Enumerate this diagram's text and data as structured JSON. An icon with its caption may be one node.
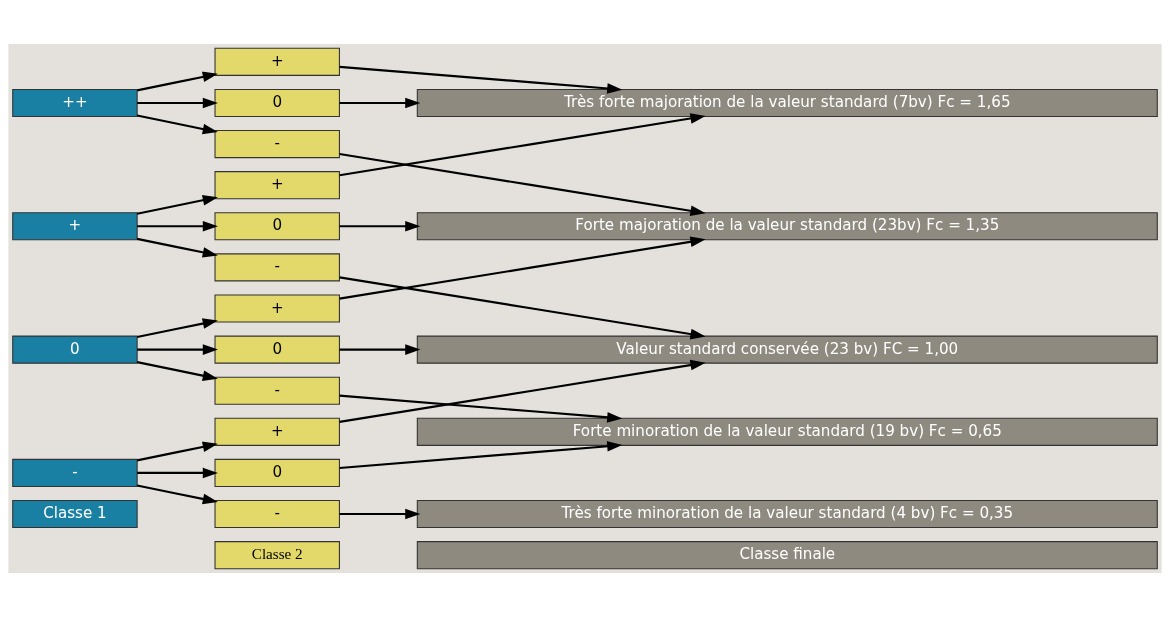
{
  "diagram": {
    "nodes": [
      {
        "text": [
          "Classe 1"
        ]
      },
      {
        "text": [
          "Classe 2"
        ]
      },
      {
        "text": [
          "Classe finale"
        ]
      },
      {
        "text": [
          "++"
        ]
      },
      {
        "text": [
          "+"
        ]
      },
      {
        "text": [
          "0"
        ]
      },
      {
        "text": [
          "-"
        ]
      },
      {
        "text": [
          "Très forte majoration de la valeur standard (7bv) Fc = 1,65"
        ]
      },
      {
        "text": [
          "+"
        ]
      },
      {
        "text": [
          "+"
        ]
      },
      {
        "text": [
          "0"
        ]
      },
      {
        "text": [
          "-"
        ]
      },
      {
        "text": [
          "Forte majoration de la valeur standard (23bv) Fc = 1,35"
        ]
      },
      {
        "text": [
          "0"
        ]
      },
      {
        "text": [
          "+"
        ]
      },
      {
        "text": [
          "0"
        ]
      },
      {
        "text": [
          "-"
        ]
      },
      {
        "text": [
          "Valeur standard conservée (23 bv) FC = 1,00"
        ]
      },
      {
        "text": [
          "Forte minoration de la valeur standard (19 bv) Fc = 0,65"
        ]
      },
      {
        "text": [
          "-"
        ]
      },
      {
        "text": [
          "+"
        ]
      },
      {
        "text": [
          "0"
        ]
      },
      {
        "text": [
          "-"
        ]
      },
      {
        "text": [
          "Très forte minoration de la valeur standard (4 bv) Fc = 0,35"
        ]
      }
    ],
    "edges": [
      {
        "from": 3,
        "to": 4,
        "arrow": "to"
      },
      {
        "from": 3,
        "to": 5,
        "arrow": "to"
      },
      {
        "from": 3,
        "to": 6,
        "arrow": "to"
      },
      {
        "from": 4,
        "to": 7,
        "arrow": "to"
      },
      {
        "from": 5,
        "to": 7,
        "arrow": "to"
      },
      {
        "from": 6,
        "to": 12,
        "arrow": "to"
      },
      {
        "from": 8,
        "to": 9,
        "arrow": "to"
      },
      {
        "from": 8,
        "to": 10,
        "arrow": "to"
      },
      {
        "from": 8,
        "to": 11,
        "arrow": "to"
      },
      {
        "from": 9,
        "to": 7,
        "arrow": "to"
      },
      {
        "from": 10,
        "to": 12,
        "arrow": "to"
      },
      {
        "from": 11,
        "to": 17,
        "arrow": "to"
      },
      {
        "from": 13,
        "to": 14,
        "arrow": "to"
      },
      {
        "from": 13,
        "to": 15,
        "arrow": "to"
      },
      {
        "from": 13,
        "to": 16,
        "arrow": "to"
      },
      {
        "from": 14,
        "to": 12,
        "arrow": "to"
      },
      {
        "from": 15,
        "to": 17,
        "arrow": "to"
      },
      {
        "from": 16,
        "to": 18,
        "arrow": "to"
      },
      {
        "from": 19,
        "to": 20,
        "arrow": "to"
      },
      {
        "from": 19,
        "to": 21,
        "arrow": "to"
      },
      {
        "from": 19,
        "to": 22,
        "arrow": "to"
      },
      {
        "from": 20,
        "to": 17,
        "arrow": "to"
      },
      {
        "from": 21,
        "to": 18,
        "arrow": "to"
      },
      {
        "from": 22,
        "to": 23,
        "arrow": "to"
      }
    ]
  }
}
